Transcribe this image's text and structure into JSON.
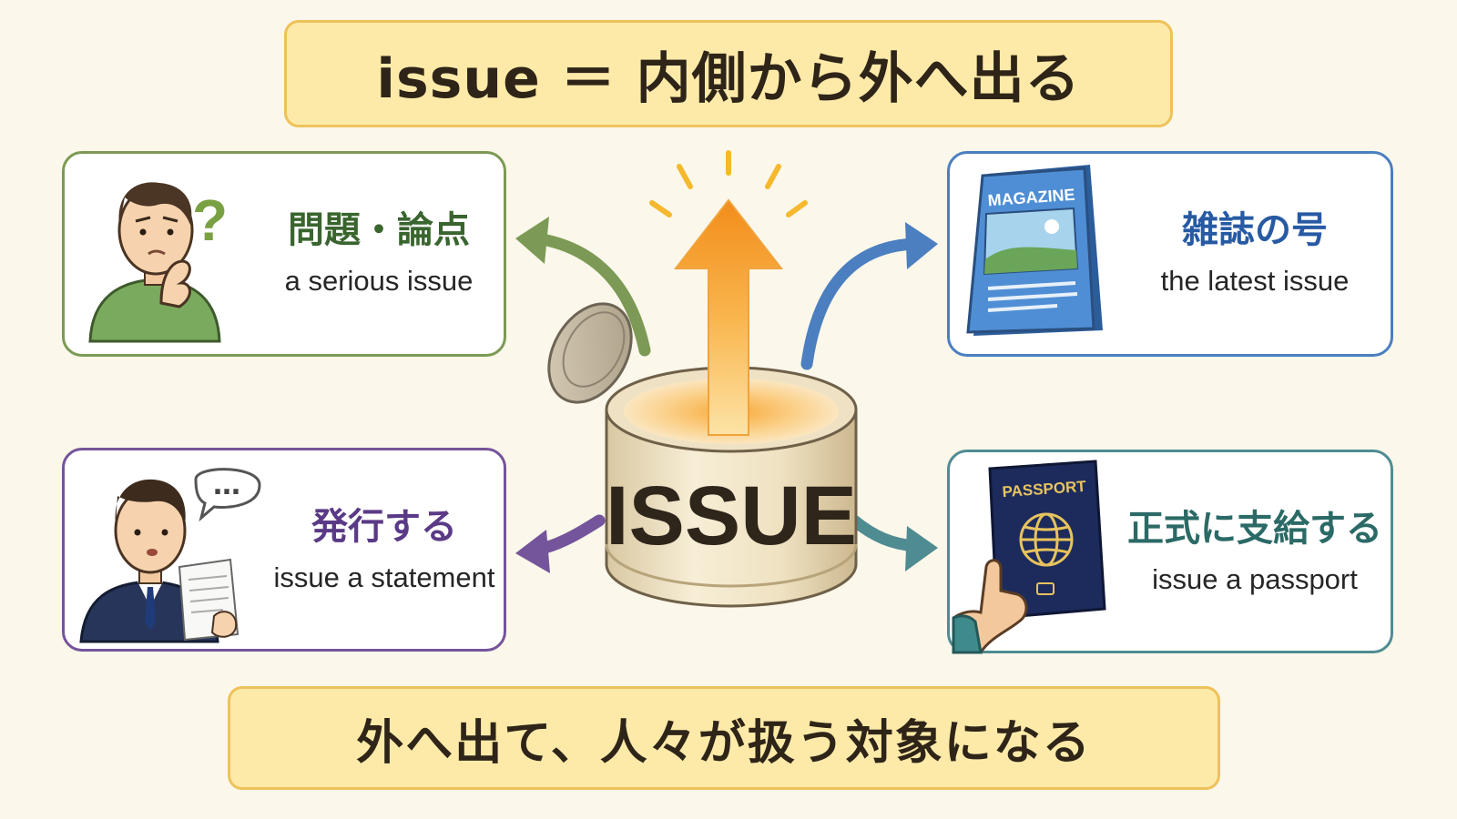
{
  "title": "issue ＝ 内側から外へ出る",
  "footer": "外へ出て、人々が扱う対象になる",
  "center": {
    "can_label": "ISSUE"
  },
  "cards": {
    "problem": {
      "jp": "問題・論点",
      "en": "a serious issue",
      "symbol": "?",
      "color": "#7c9a55"
    },
    "magazine": {
      "jp": "雑誌の号",
      "en": "the latest issue",
      "cover_label": "MAGAZINE",
      "color": "#4b7fc0"
    },
    "statement": {
      "jp": "発行する",
      "en": "issue a statement",
      "bubble": "…",
      "color": "#74549a"
    },
    "passport": {
      "jp": "正式に支給する",
      "en": "issue a passport",
      "cover_label": "PASSPORT",
      "color": "#4f8c92"
    }
  }
}
